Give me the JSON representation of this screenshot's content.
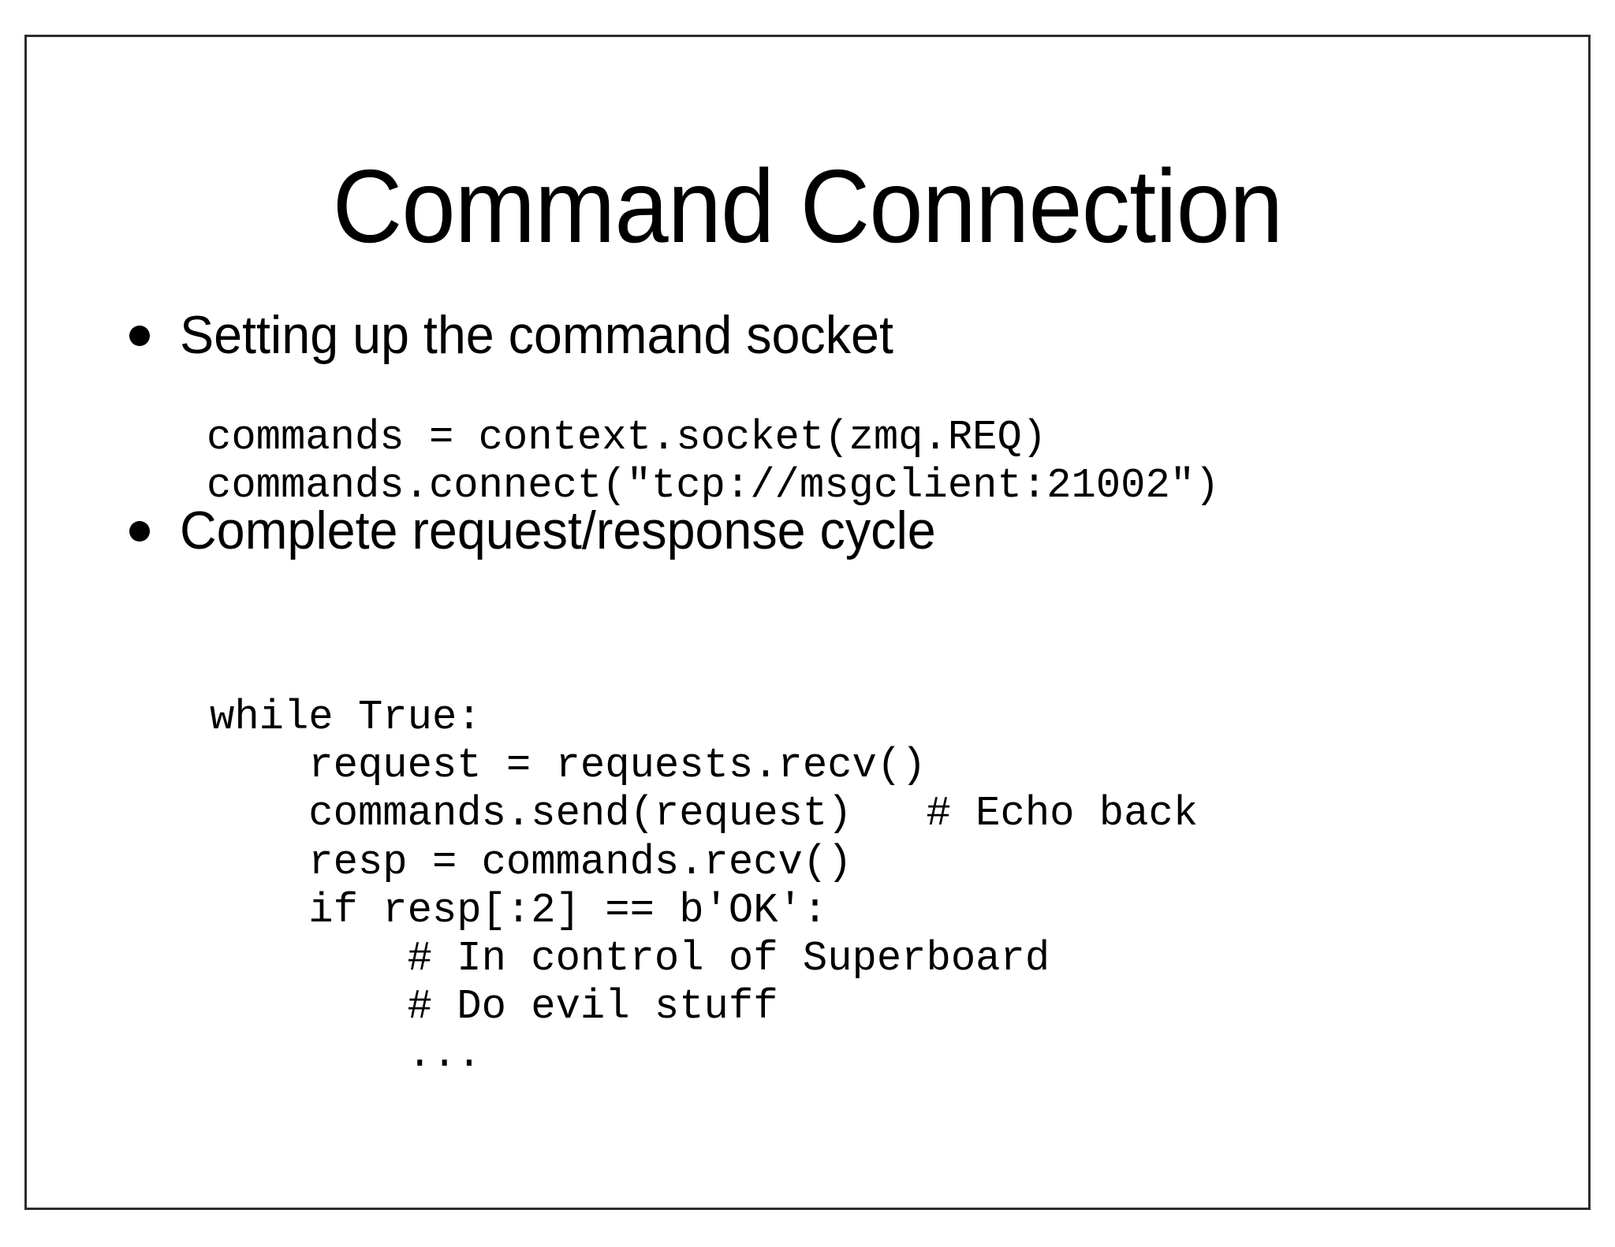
{
  "slide": {
    "title": "Command Connection",
    "background_color": "#ffffff",
    "text_color": "#000000",
    "border_color": "#2b2b30",
    "sections": [
      {
        "bullet": "Setting up the command socket",
        "bullet_marker": "bullet-dot",
        "code": "commands = context.socket(zmq.REQ)\ncommands.connect(\"tcp://msgclient:21002\")"
      },
      {
        "bullet": "Complete request/response cycle",
        "bullet_marker": "bullet-dot",
        "code": "while True:\n    request = requests.recv()\n    commands.send(request)   # Echo back\n    resp = commands.recv()\n    if resp[:2] == b'OK':\n        # In control of Superboard\n        # Do evil stuff\n        ..."
      }
    ]
  }
}
